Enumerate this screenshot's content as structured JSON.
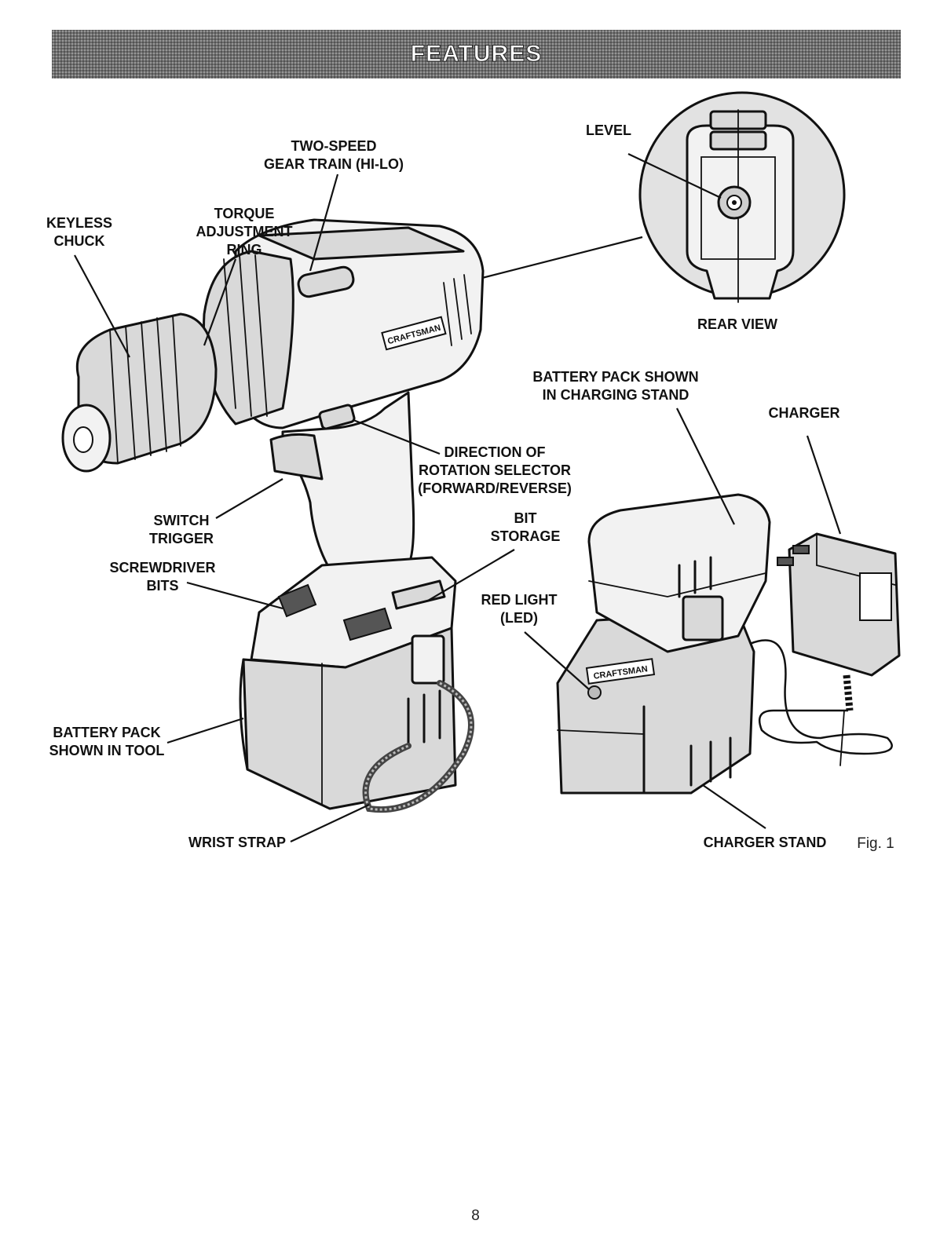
{
  "header": {
    "title": "FEATURES"
  },
  "labels": {
    "two_speed": [
      "TWO-SPEED",
      "GEAR TRAIN (HI-LO)"
    ],
    "keyless_chuck": [
      "KEYLESS",
      "CHUCK"
    ],
    "torque_ring": [
      "TORQUE",
      "ADJUSTMENT",
      "RING"
    ],
    "level": "LEVEL",
    "rear_view": "REAR VIEW",
    "battery_in_stand": [
      "BATTERY PACK SHOWN",
      "IN CHARGING STAND"
    ],
    "charger": "CHARGER",
    "direction_selector": [
      "DIRECTION OF",
      "ROTATION SELECTOR",
      "(FORWARD/REVERSE)"
    ],
    "switch_trigger": [
      "SWITCH",
      "TRIGGER"
    ],
    "bit_storage": [
      "BIT",
      "STORAGE"
    ],
    "screwdriver_bits": [
      "SCREWDRIVER",
      "BITS"
    ],
    "red_light": [
      "RED LIGHT",
      "(LED)"
    ],
    "battery_in_tool": [
      "BATTERY PACK",
      "SHOWN IN TOOL"
    ],
    "wrist_strap": "WRIST STRAP",
    "charger_stand": "CHARGER STAND"
  },
  "brand_mark": "CRAFTSMAN",
  "figure_label": "Fig. 1",
  "page_number": "8"
}
